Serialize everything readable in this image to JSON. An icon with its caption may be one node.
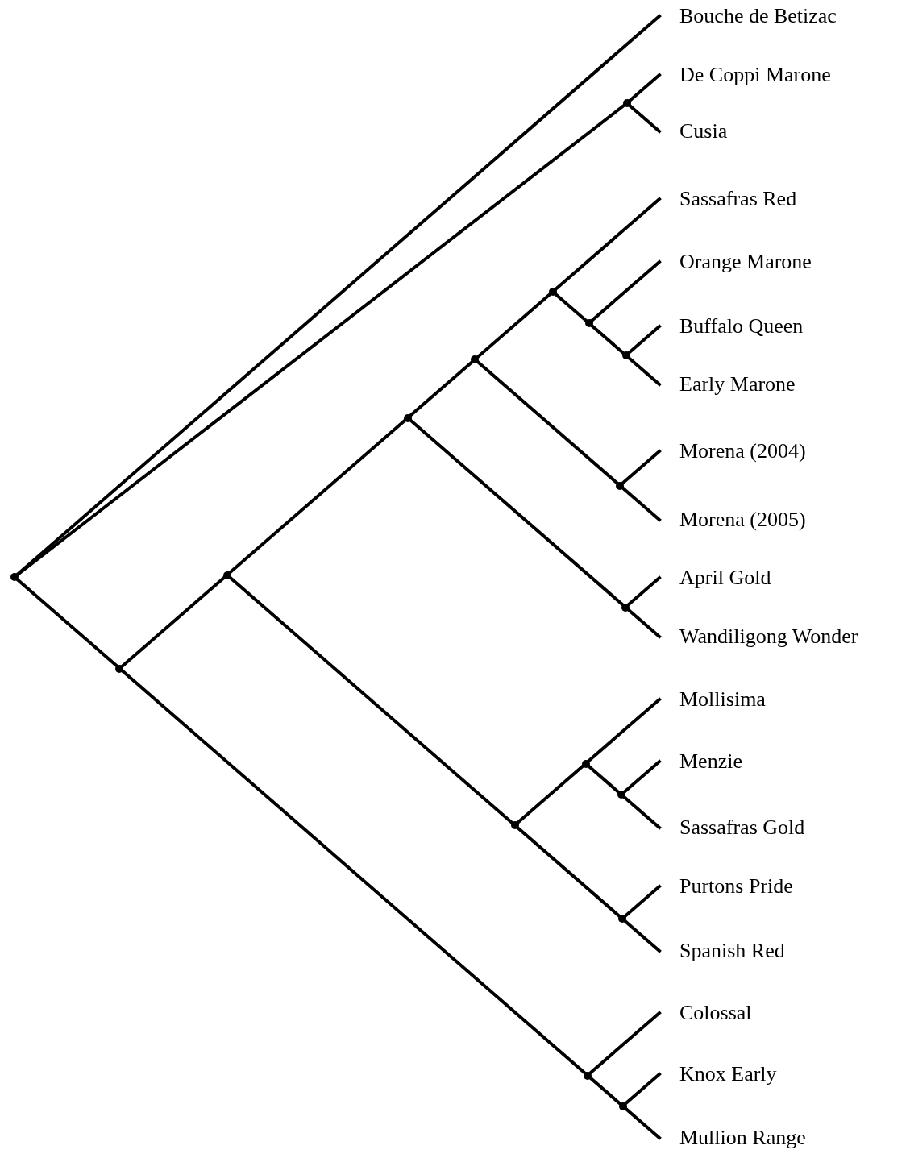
{
  "diagram": {
    "nodes": [
      {
        "text": [
          "Bouche de Betizac"
        ]
      },
      {
        "text": [
          "De Coppi Marone"
        ]
      },
      {
        "text": [
          "Cusia"
        ]
      },
      {
        "text": [
          "Sassafras Red"
        ]
      },
      {
        "text": [
          "Orange Marone"
        ]
      },
      {
        "text": [
          "Buffalo Queen"
        ]
      },
      {
        "text": [
          "Early Marone"
        ]
      },
      {
        "text": [
          "Morena (2004)"
        ]
      },
      {
        "text": [
          "Morena (2005)"
        ]
      },
      {
        "text": [
          "April Gold"
        ]
      },
      {
        "text": [
          "Wandiligong Wonder"
        ]
      },
      {
        "text": [
          "Mollisima"
        ]
      },
      {
        "text": [
          "Menzie"
        ]
      },
      {
        "text": [
          "Sassafras Gold"
        ]
      },
      {
        "text": [
          "Purtons Pride"
        ]
      },
      {
        "text": [
          "Spanish Red"
        ]
      },
      {
        "text": [
          "Colossal"
        ]
      },
      {
        "text": [
          "Knox Early"
        ]
      },
      {
        "text": [
          "Mullion Range"
        ]
      },
      {
        "text": [],
        "shape": "point"
      },
      {
        "text": [],
        "shape": "point"
      },
      {
        "text": [],
        "shape": "point"
      },
      {
        "text": [],
        "shape": "point"
      },
      {
        "text": [],
        "shape": "point"
      },
      {
        "text": [],
        "shape": "point"
      },
      {
        "text": [],
        "shape": "point"
      },
      {
        "text": [],
        "shape": "point"
      },
      {
        "text": [],
        "shape": "point"
      },
      {
        "text": [],
        "shape": "point"
      },
      {
        "text": [],
        "shape": "point"
      },
      {
        "text": [],
        "shape": "point"
      },
      {
        "text": [],
        "shape": "point"
      },
      {
        "text": [],
        "shape": "point"
      },
      {
        "text": [],
        "shape": "point"
      },
      {
        "text": [],
        "shape": "point"
      },
      {
        "text": [],
        "shape": "point"
      }
    ],
    "edges": [
      {
        "from": 19,
        "to": 0,
        "arrow": "none"
      },
      {
        "from": 19,
        "to": 20,
        "arrow": "none"
      },
      {
        "from": 19,
        "to": 21,
        "arrow": "none"
      },
      {
        "from": 20,
        "to": 1,
        "arrow": "none"
      },
      {
        "from": 20,
        "to": 2,
        "arrow": "none"
      },
      {
        "from": 21,
        "to": 22,
        "arrow": "none"
      },
      {
        "from": 21,
        "to": 34,
        "arrow": "none"
      },
      {
        "from": 22,
        "to": 23,
        "arrow": "none"
      },
      {
        "from": 22,
        "to": 30,
        "arrow": "none"
      },
      {
        "from": 23,
        "to": 24,
        "arrow": "none"
      },
      {
        "from": 23,
        "to": 29,
        "arrow": "none"
      },
      {
        "from": 24,
        "to": 25,
        "arrow": "none"
      },
      {
        "from": 24,
        "to": 28,
        "arrow": "none"
      },
      {
        "from": 25,
        "to": 3,
        "arrow": "none"
      },
      {
        "from": 25,
        "to": 26,
        "arrow": "none"
      },
      {
        "from": 26,
        "to": 4,
        "arrow": "none"
      },
      {
        "from": 26,
        "to": 27,
        "arrow": "none"
      },
      {
        "from": 27,
        "to": 5,
        "arrow": "none"
      },
      {
        "from": 27,
        "to": 6,
        "arrow": "none"
      },
      {
        "from": 28,
        "to": 7,
        "arrow": "none"
      },
      {
        "from": 28,
        "to": 8,
        "arrow": "none"
      },
      {
        "from": 29,
        "to": 9,
        "arrow": "none"
      },
      {
        "from": 29,
        "to": 10,
        "arrow": "none"
      },
      {
        "from": 30,
        "to": 31,
        "arrow": "none"
      },
      {
        "from": 30,
        "to": 33,
        "arrow": "none"
      },
      {
        "from": 31,
        "to": 11,
        "arrow": "none"
      },
      {
        "from": 31,
        "to": 32,
        "arrow": "none"
      },
      {
        "from": 32,
        "to": 12,
        "arrow": "none"
      },
      {
        "from": 32,
        "to": 13,
        "arrow": "none"
      },
      {
        "from": 33,
        "to": 14,
        "arrow": "none"
      },
      {
        "from": 33,
        "to": 15,
        "arrow": "none"
      },
      {
        "from": 34,
        "to": 16,
        "arrow": "none"
      },
      {
        "from": 34,
        "to": 35,
        "arrow": "none"
      },
      {
        "from": 35,
        "to": 17,
        "arrow": "none"
      },
      {
        "from": 35,
        "to": 18,
        "arrow": "none"
      }
    ]
  }
}
